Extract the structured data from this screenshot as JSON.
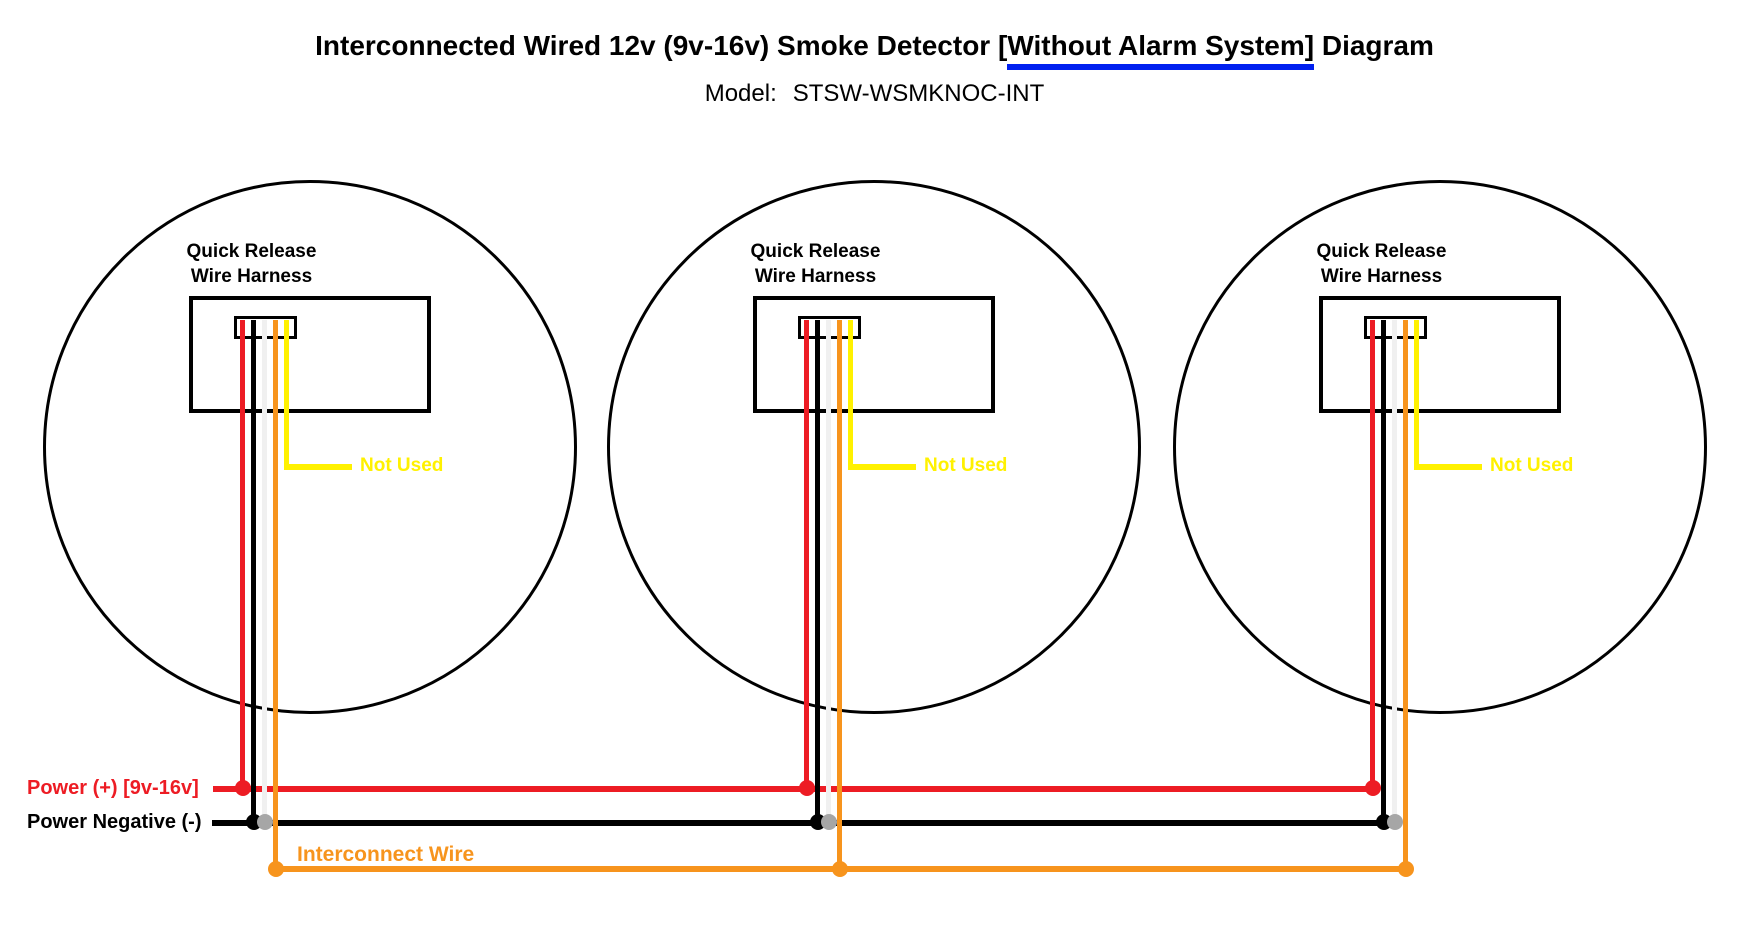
{
  "title": {
    "prefix": "Interconnected Wired 12v (9v-16v) Smoke Detector [",
    "underlined": "Without Alarm System]",
    "suffix": " Diagram"
  },
  "model_line": {
    "label": "Model:",
    "value": "STSW-WSMKNOC-INT"
  },
  "detectors": [
    {
      "harness_label_line1": "Quick Release",
      "harness_label_line2": "Wire Harness",
      "not_used_label": "Not Used"
    },
    {
      "harness_label_line1": "Quick Release",
      "harness_label_line2": "Wire Harness",
      "not_used_label": "Not Used"
    },
    {
      "harness_label_line1": "Quick Release",
      "harness_label_line2": "Wire Harness",
      "not_used_label": "Not Used"
    }
  ],
  "bus_labels": {
    "power_positive": "Power (+) [9v-16v]",
    "power_negative": "Power Negative (-)",
    "interconnect": "Interconnect Wire"
  },
  "colors": {
    "wire_power_positive_red": "#ED1C24",
    "wire_power_negative_black": "#000000",
    "wire_unused_white": "#F0F0F0",
    "wire_interconnect_orange": "#F7941D",
    "wire_not_used_yellow": "#FFF100",
    "junction_gray_dot": "#A6A6A6",
    "title_underline_blue": "#0020F0",
    "background": "#FFFFFF"
  }
}
